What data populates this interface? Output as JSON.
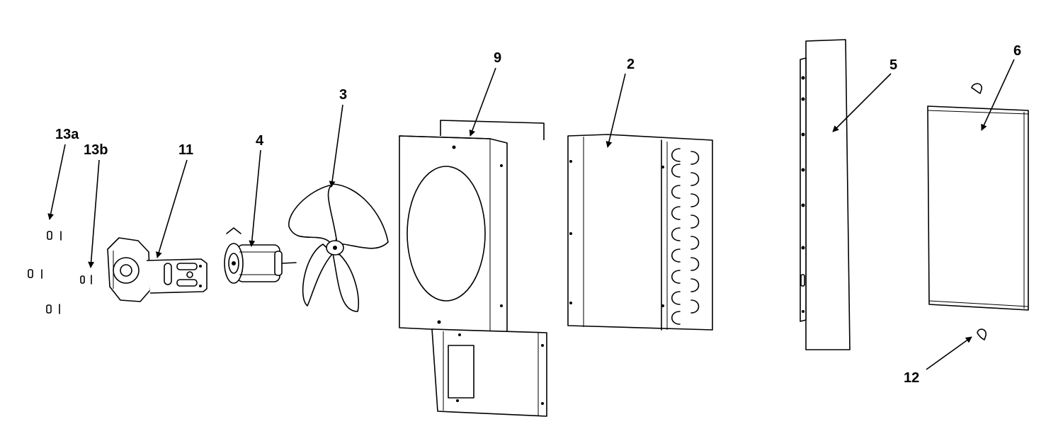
{
  "labels": {
    "l13a": "13a",
    "l13b": "13b",
    "l11": "11",
    "l4": "4",
    "l3": "3",
    "l9": "9",
    "l2": "2",
    "l5": "5",
    "l6": "6",
    "l12": "12"
  }
}
